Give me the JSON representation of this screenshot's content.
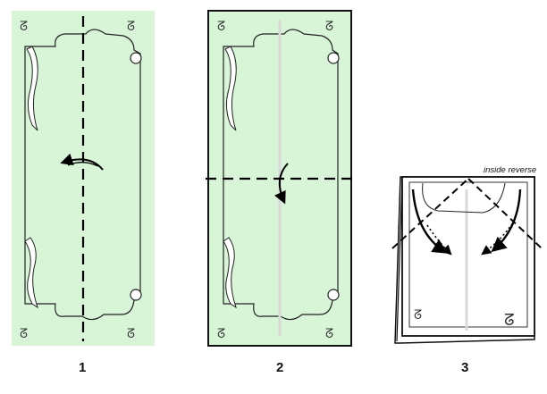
{
  "colors": {
    "paper": "#d8f5d8",
    "outline": "#222222",
    "fold_line": "#000000",
    "crease": "#d9d9d9",
    "background": "#ffffff"
  },
  "steps": [
    {
      "number": "1"
    },
    {
      "number": "2"
    },
    {
      "number": "3",
      "annotation": "inside reverse"
    }
  ],
  "corner_glyph": "ᘔ"
}
